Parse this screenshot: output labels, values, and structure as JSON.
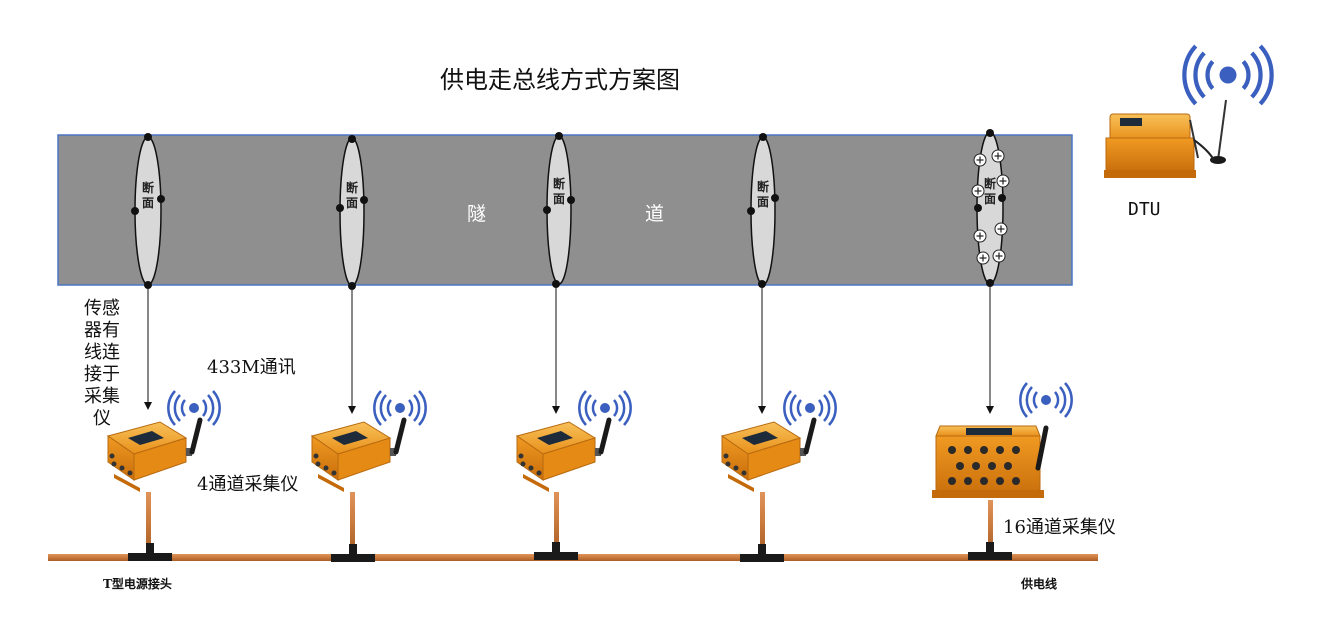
{
  "title": "供电走总线方式方案图",
  "tunnel": {
    "char1": "隧",
    "char2": "道"
  },
  "section_label": "断面",
  "labels": {
    "dtu": "DTU",
    "sensor_note": "传感器有线连接于采集仪",
    "comm_433": "433M通讯",
    "ch4_collector": "4通道采集仪",
    "ch16_collector": "16通道采集仪",
    "t_connector": "T型电源接头",
    "power_line": "供电线"
  },
  "colors": {
    "tunnel": "#8f8f8f",
    "tunnel_border": "#4a75c4",
    "section_fill": "#d8d8d8",
    "device_orange": "#f0a020",
    "power_cable": "#c97a3c",
    "wireless_blue": "#3a5fbf"
  },
  "icons": [
    "wireless-signal-icon",
    "antenna-icon",
    "collector-device-icon",
    "dtu-device-icon",
    "t-connector-icon",
    "sensor-plus-icon"
  ]
}
